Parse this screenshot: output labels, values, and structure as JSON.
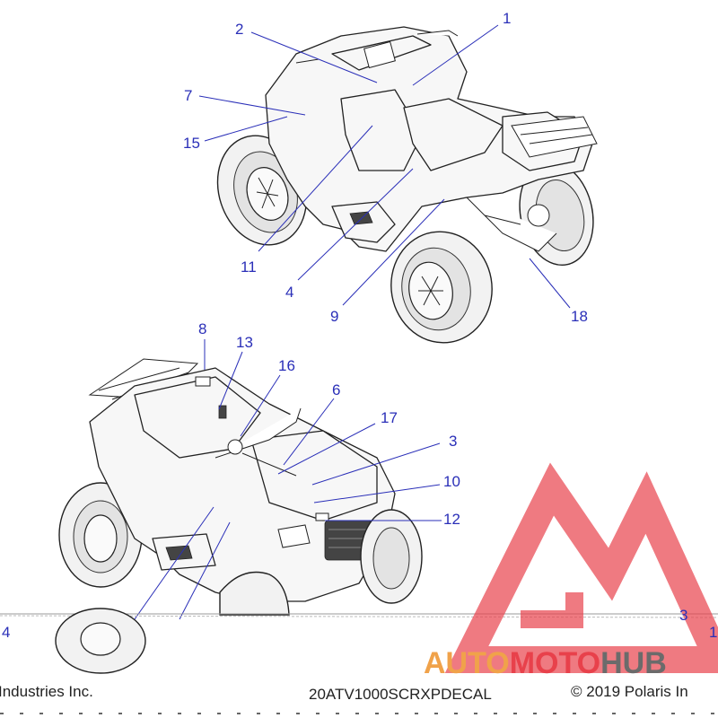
{
  "callouts": {
    "c1": "1",
    "c2": "2",
    "c7": "7",
    "c15": "15",
    "c11": "11",
    "c4": "4",
    "c9": "9",
    "c18": "18",
    "c8": "8",
    "c13": "13",
    "c16": "16",
    "c6": "6",
    "c17": "17",
    "c3": "3",
    "c10": "10",
    "c12": "12",
    "c4b": "4",
    "c3b": "3",
    "c1b": "1"
  },
  "footer": {
    "left": "Industries Inc.",
    "center": "20ATV1000SCRXPDECAL",
    "right": "© 2019 Polaris In"
  },
  "watermark": {
    "part1": "AUTO",
    "part2": "MOTO",
    "part3": "HUB",
    "colors": {
      "orange": "#f0a24a",
      "red": "#e8414b",
      "gray": "#6b6b6b"
    }
  }
}
